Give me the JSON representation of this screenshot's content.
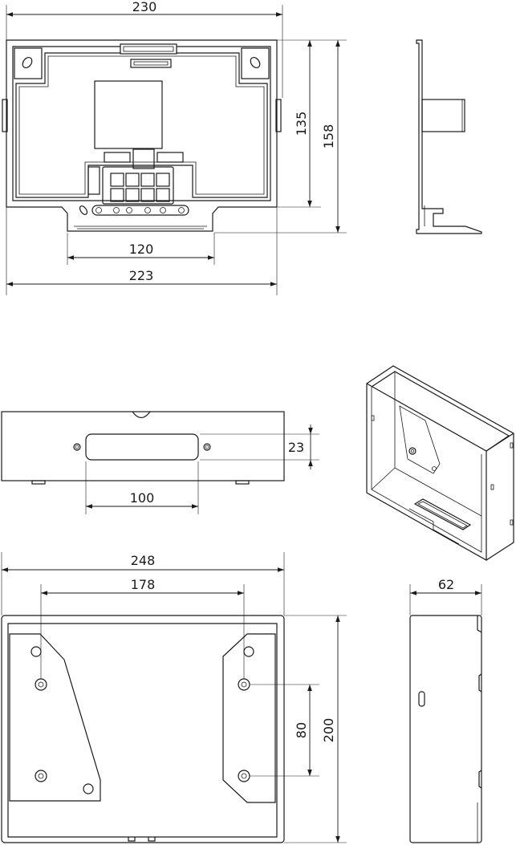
{
  "drawing": {
    "front_view": {
      "top_width": "230",
      "bottom_width": "223",
      "tab_width": "120",
      "inner_height": "135",
      "outer_height": "158"
    },
    "box_top_view": {
      "slot_height": "23",
      "slot_width": "100"
    },
    "box_front_view": {
      "overall_width": "248",
      "hole_spacing_h": "178",
      "hole_spacing_v": "80",
      "overall_height": "200"
    },
    "box_side_view": {
      "depth": "62"
    }
  }
}
